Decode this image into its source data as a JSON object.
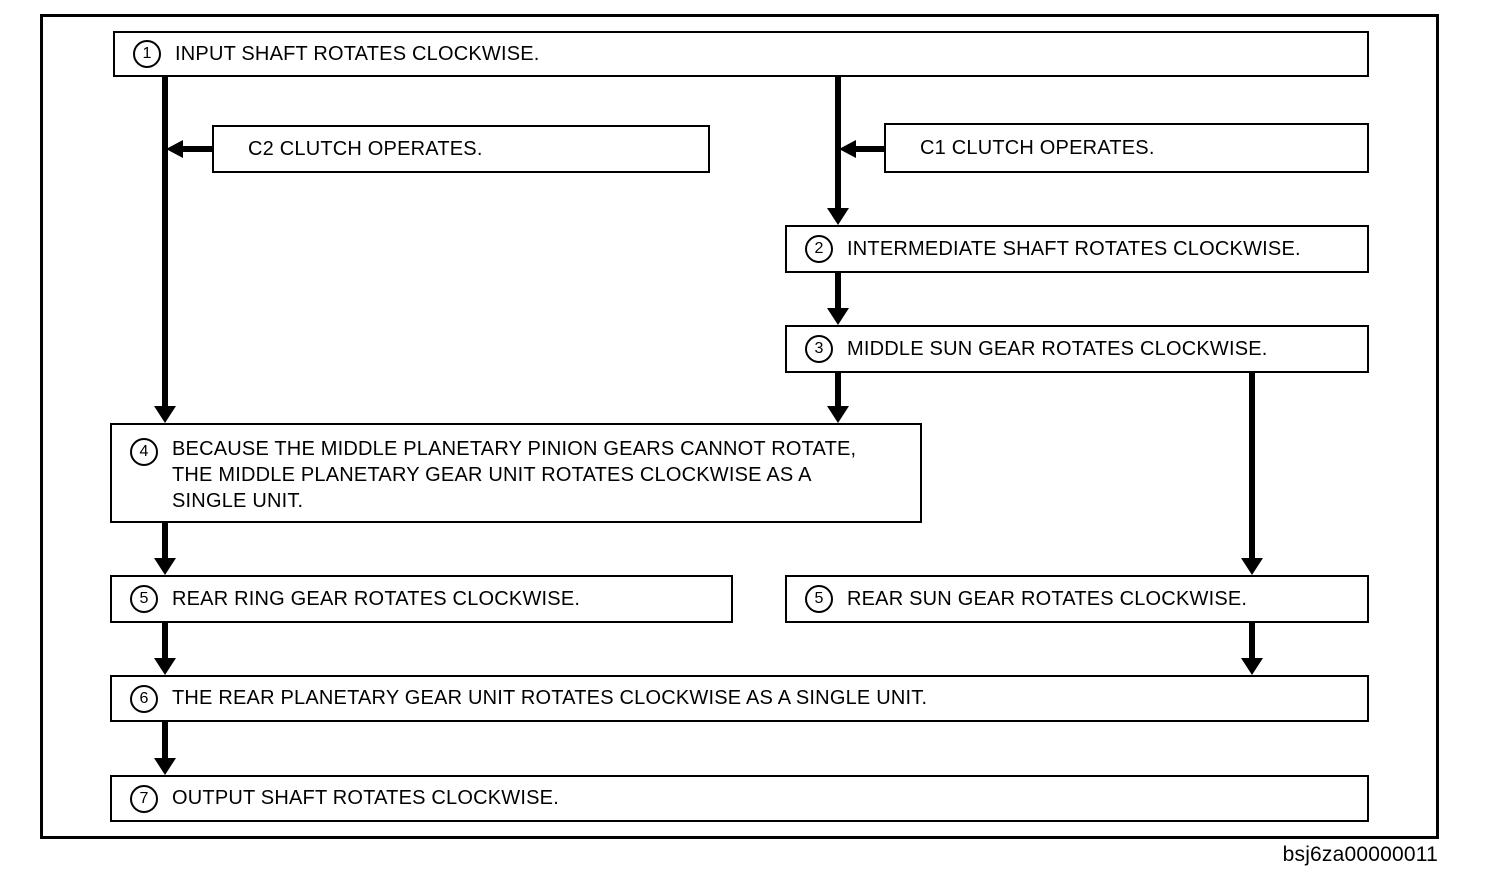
{
  "diagram": {
    "watermark": "bsj6za00000011",
    "colors": {
      "line": "#000000",
      "background": "#ffffff"
    },
    "nodes": {
      "input_shaft": {
        "num": "1",
        "label": "INPUT SHAFT ROTATES CLOCKWISE."
      },
      "c2_clutch": {
        "label": "C2 CLUTCH OPERATES."
      },
      "c1_clutch": {
        "label": "C1 CLUTCH OPERATES."
      },
      "intermediate_shaft": {
        "num": "2",
        "label": "INTERMEDIATE SHAFT ROTATES CLOCKWISE."
      },
      "middle_sun_gear": {
        "num": "3",
        "label": "MIDDLE SUN GEAR ROTATES CLOCKWISE."
      },
      "middle_planetary": {
        "num": "4",
        "label": "BECAUSE THE MIDDLE PLANETARY PINION GEARS CANNOT ROTATE,\nTHE MIDDLE PLANETARY GEAR UNIT ROTATES CLOCKWISE AS A\nSINGLE UNIT."
      },
      "rear_ring_gear": {
        "num": "5",
        "label": "REAR RING GEAR ROTATES CLOCKWISE."
      },
      "rear_sun_gear": {
        "num": "5",
        "label": "REAR SUN GEAR ROTATES CLOCKWISE."
      },
      "rear_planetary": {
        "num": "6",
        "label": "THE REAR PLANETARY GEAR UNIT ROTATES CLOCKWISE AS A SINGLE UNIT."
      },
      "output_shaft": {
        "num": "7",
        "label": "OUTPUT SHAFT ROTATES CLOCKWISE."
      }
    }
  }
}
